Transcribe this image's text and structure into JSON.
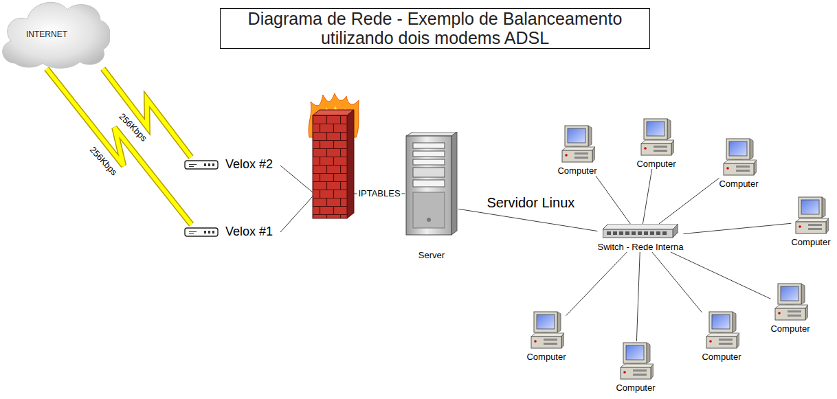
{
  "diagram": {
    "title": "Diagrama de Rede - Exemplo de Balanceamento utilizando dois modems ADSL",
    "nodes": [
      {
        "text": [
          "INTERNET"
        ]
      },
      {
        "text": [
          "Velox #2"
        ]
      },
      {
        "text": [
          "Velox #1"
        ]
      },
      {
        "text": [
          "Server"
        ]
      },
      {
        "text": [
          "Switch - Rede Interna"
        ]
      },
      {
        "text": [
          "Computer"
        ]
      },
      {
        "text": [
          "Computer"
        ]
      },
      {
        "text": [
          "Computer"
        ]
      },
      {
        "text": [
          "Computer"
        ]
      },
      {
        "text": [
          "Computer"
        ]
      },
      {
        "text": [
          "Computer"
        ]
      },
      {
        "text": [
          "Computer"
        ]
      },
      {
        "text": [
          "Computer"
        ]
      }
    ],
    "edges": [
      {
        "from": 0,
        "to": 1,
        "arrow": "none",
        "label": "256Kbps"
      },
      {
        "from": 0,
        "to": 2,
        "arrow": "none",
        "label": "256Kbps"
      },
      {
        "from": 3,
        "to": 4,
        "arrow": "none",
        "label": "Servidor Linux"
      },
      {
        "from": 4,
        "to": 5,
        "arrow": "none"
      },
      {
        "from": 4,
        "to": 6,
        "arrow": "none"
      },
      {
        "from": 4,
        "to": 7,
        "arrow": "none"
      },
      {
        "from": 4,
        "to": 8,
        "arrow": "none"
      },
      {
        "from": 4,
        "to": 9,
        "arrow": "none"
      },
      {
        "from": 4,
        "to": 10,
        "arrow": "none"
      },
      {
        "from": 4,
        "to": 11,
        "arrow": "none"
      },
      {
        "from": 4,
        "to": 12,
        "arrow": "none"
      }
    ],
    "labels": [
      "IPTABLES"
    ]
  }
}
